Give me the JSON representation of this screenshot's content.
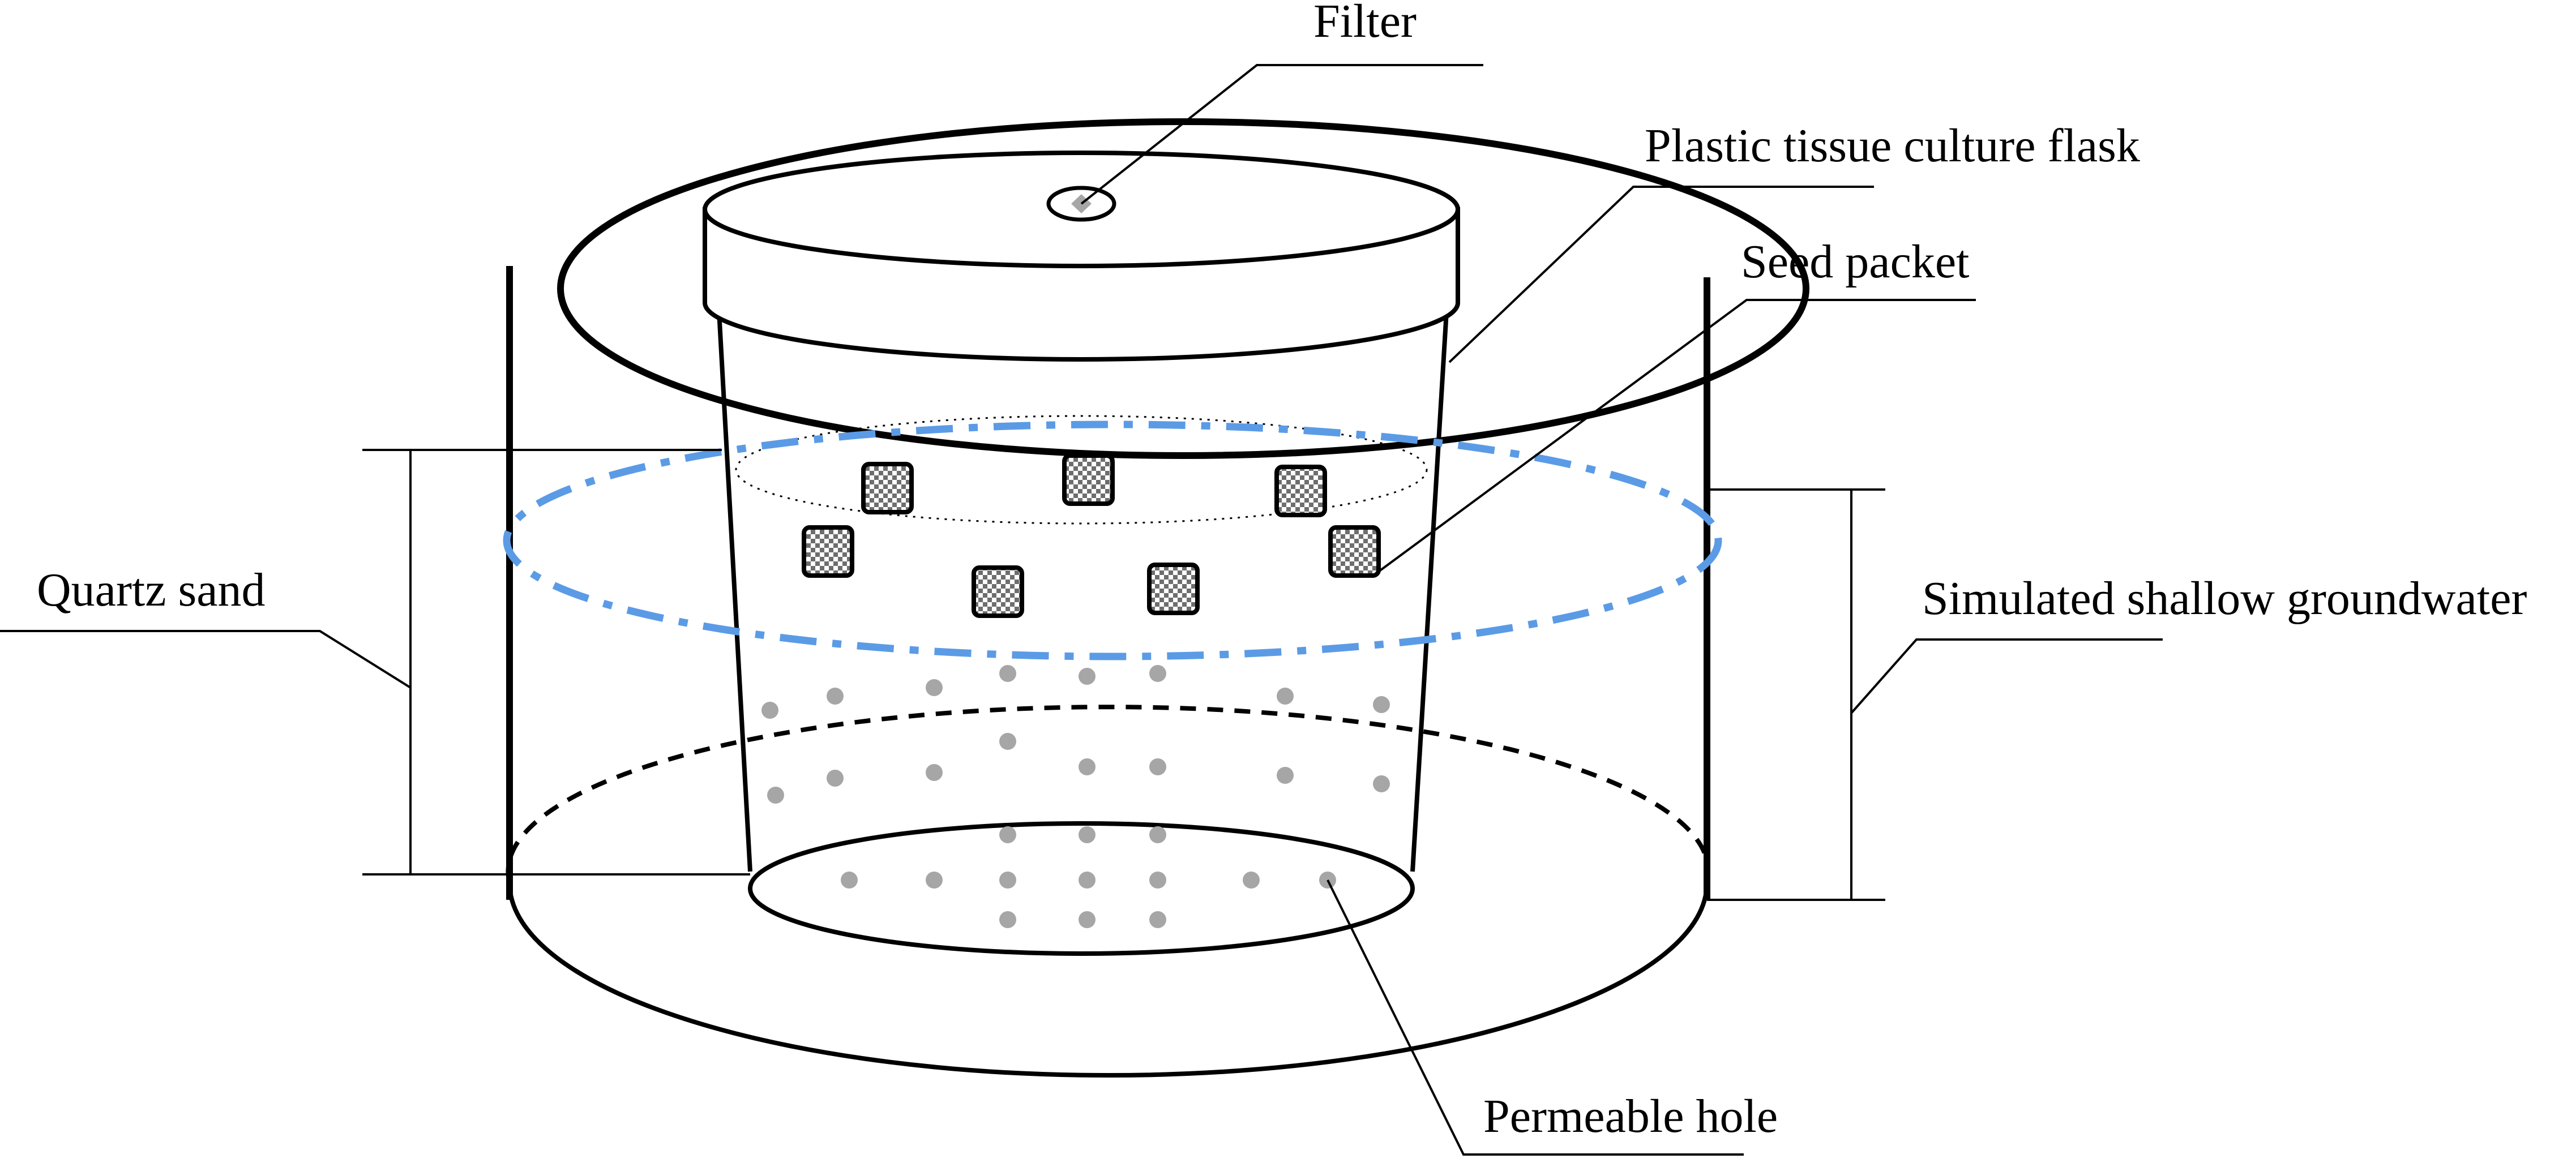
{
  "labels": {
    "filter": "Filter",
    "flask": "Plastic tissue culture flask",
    "seed_packet": "Seed packet",
    "quartz_sand": "Quartz sand",
    "groundwater": "Simulated shallow groundwater",
    "permeable_hole": "Permeable hole"
  },
  "colors": {
    "outline": "#000000",
    "water_level": "#5b9be6",
    "holes": "#a6a6a6"
  }
}
